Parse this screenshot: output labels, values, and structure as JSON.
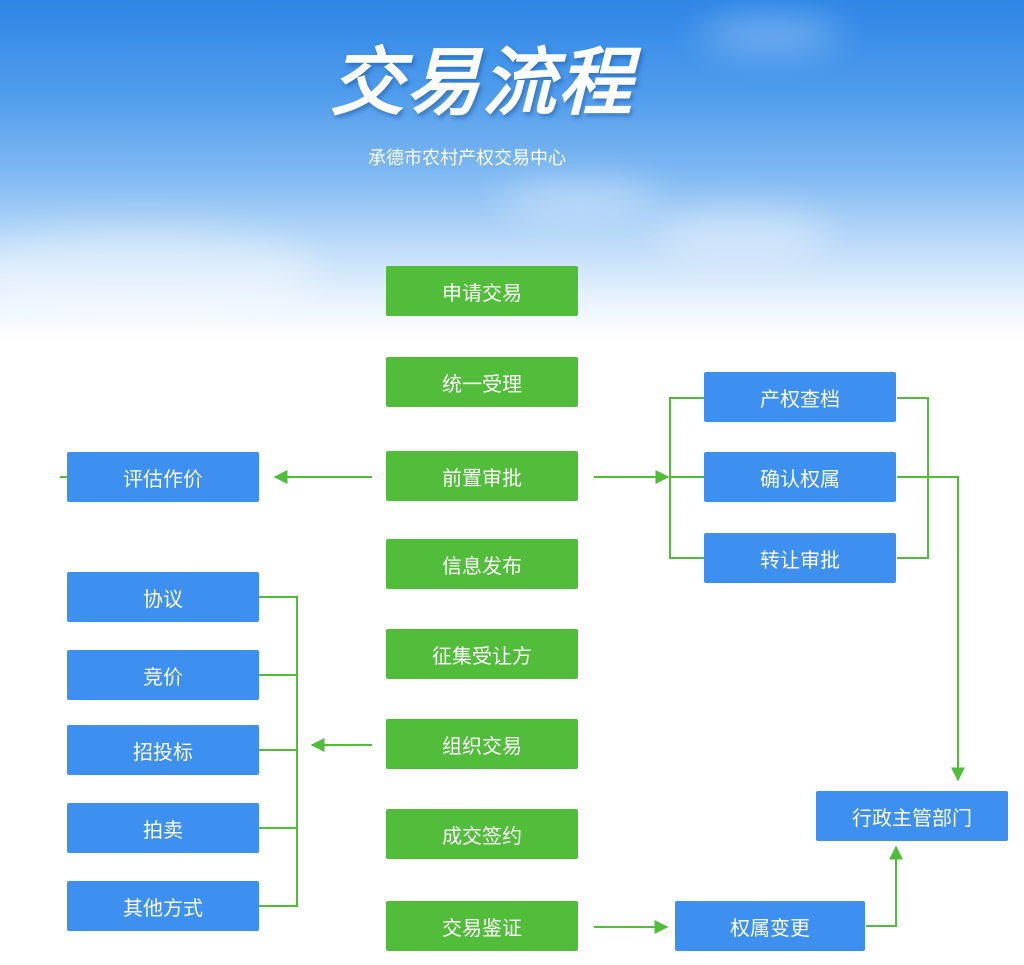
{
  "header": {
    "title": "交易流程",
    "subtitle": "承德市农村产权交易中心"
  },
  "main_steps": [
    "申请交易",
    "统一受理",
    "前置审批",
    "信息发布",
    "征集受让方",
    "组织交易",
    "成交签约",
    "交易鉴证"
  ],
  "evaluation": "评估作价",
  "approval_branch": [
    "产权查档",
    "确认权属",
    "转让审批"
  ],
  "trade_methods": [
    "协议",
    "竞价",
    "招投标",
    "拍卖",
    "其他方式"
  ],
  "admin_dept": "行政主管部门",
  "ownership_change": "权属变更",
  "colors": {
    "green": "#52bc3b",
    "blue": "#3d8ff0",
    "line": "#52bc3b"
  }
}
